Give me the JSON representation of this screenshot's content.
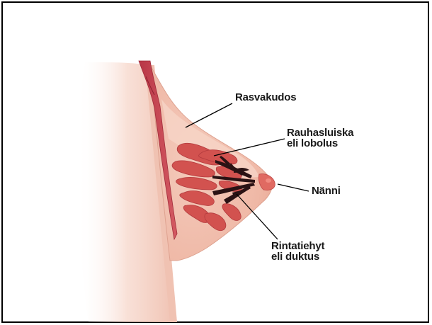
{
  "labels": {
    "rasvakudos": "Rasvakudos",
    "lobolus_line1": "Rauhasluiska",
    "lobolus_line2": "eli lobolus",
    "nanni": "Nänni",
    "duktus_line1": "Rintatiehyt",
    "duktus_line2": "eli duktus"
  },
  "colors": {
    "frame": "#000000",
    "background": "#ffffff",
    "skin": "#f2c3b4",
    "skin_shadow": "#e9a898",
    "muscle": "#c9424f",
    "gland": "#d2524f",
    "duct": "#2a1214",
    "leader_line": "#000000"
  },
  "icons": [
    "anatomical-breast-illustration"
  ]
}
